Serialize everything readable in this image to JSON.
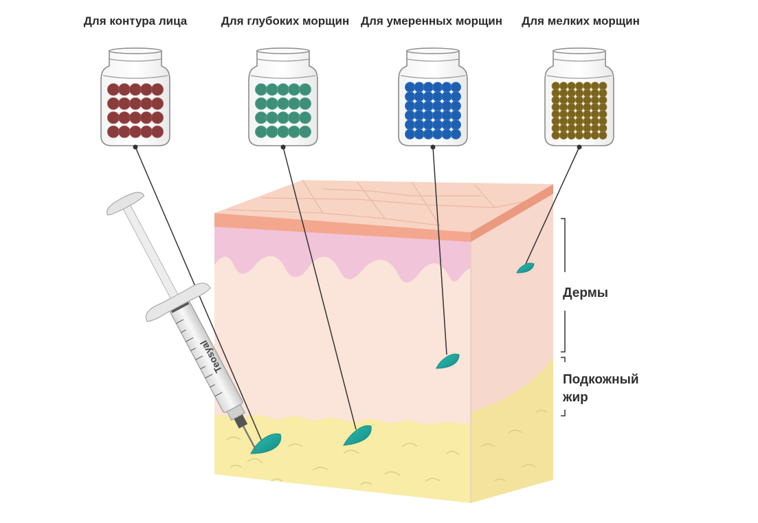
{
  "jars": [
    {
      "label": "Для контура лица",
      "color": "#8a3b3b",
      "highlight": "#a85858"
    },
    {
      "label": "Для глубоких морщин",
      "color": "#3f8f78",
      "highlight": "#5cae95"
    },
    {
      "label": "Для умеренных морщин",
      "color": "#1f5fb0",
      "highlight": "#3d80d0"
    },
    {
      "label": "Для мелких морщин",
      "color": "#7a6420",
      "highlight": "#9a8234"
    }
  ],
  "layers": {
    "dermis": "Дермы",
    "fat_line1": "Подкожный",
    "fat_line2": "жир"
  },
  "syringe": {
    "brand": "Teosyal"
  },
  "colors": {
    "epidermis": "#f3a78f",
    "skin_top": "#f8d7c9",
    "dermis_pink": "#f1c6da",
    "dermis_body": "#fbe3d8",
    "fat": "#f8eca6",
    "filler": "#25a9a0"
  }
}
